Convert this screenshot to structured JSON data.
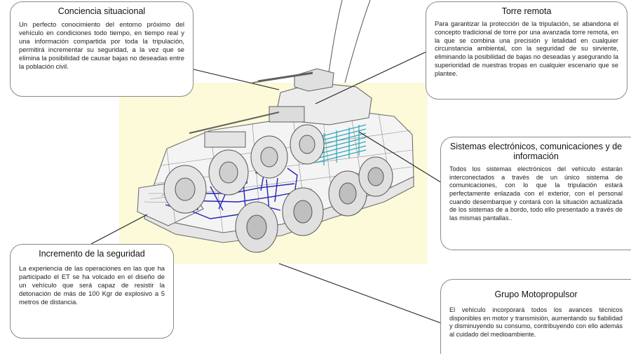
{
  "boxes": {
    "conciencia": {
      "title": "Conciencia situacional",
      "text": "Un perfecto conocimiento del entorno próximo del vehículo en condiciones todo tiempo, en tiempo real y una información compartida por toda la tripulación, permitirá incrementar su seguridad, a la vez que se elimina la posibilidad de causar bajas no deseadas entre la población civil."
    },
    "torre": {
      "title": "Torre remota",
      "text": "Para garantizar la protección de la tripulación, se abandona el concepto tradicional de torre por una avanzada torre remota, en la que se combina una precisión y letalidad en cualquier circunstancia ambiental, con la seguridad de su sirviente, eliminando la posibilidad de bajas no deseadas y asegurando la superioridad de nuestras tropas en cualquier escenario que se plantee."
    },
    "sistemas": {
      "title": "Sistemas electrónicos, comunicaciones y de información",
      "text": "Todos los sistemas electrónicos del vehículo estarán interconectados a través de un único sistema de comunicaciones, con lo que la tripulación estará perfectamente enlazada con el exterior, con el personal cuando desembarque y contará con la situación actualizada de los sistemas de a bordo, todo ello presentado a través de las mismas pantallas.."
    },
    "seguridad": {
      "title": "Incremento de la seguridad",
      "text": "La experiencia de las operaciones en las que ha participado el ET se ha volcado en el diseño de un vehículo que será capaz de resistir la detonación de más de 100 Kgr de explosivo a 5 metros de distancia."
    },
    "grupo": {
      "title": "Grupo Motopropulsor",
      "text": "El vehículo incorporará todos los avances técnicos disponibles en motor y transmisión, aumentando su fiabilidad y disminuyendo su consumo, contribuyendo con ello además al cuidado del medioambiente."
    }
  },
  "colors": {
    "panel": "#fcfad8",
    "wire": "#6f6f6f",
    "drivetrain": "#2424b8",
    "electronics": "#2aa7b8"
  }
}
